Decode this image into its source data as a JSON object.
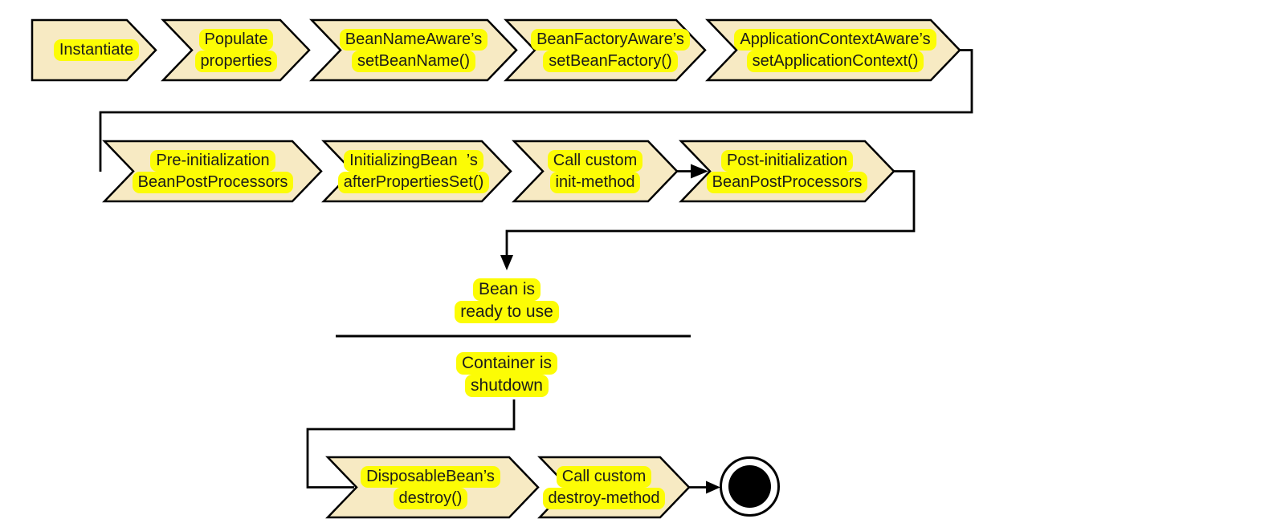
{
  "diagram": {
    "row1": [
      {
        "l1": "Instantiate",
        "l2": ""
      },
      {
        "l1": "Populate",
        "l2": "properties"
      },
      {
        "l1": "BeanNameAware’s",
        "l2": "setBeanName()"
      },
      {
        "l1": "BeanFactoryAware’s",
        "l2": "setBeanFactory()"
      },
      {
        "l1": "ApplicationContextAware’s",
        "l2": "setApplicationContext()"
      }
    ],
    "row2": [
      {
        "l1": "Pre-initialization",
        "l2": "BeanPostProcessors"
      },
      {
        "l1": "InitializingBean  ’s",
        "l2": "afterPropertiesSet()"
      },
      {
        "l1": "Call custom",
        "l2": "init-method"
      },
      {
        "l1": "Post-initialization",
        "l2": "BeanPostProcessors"
      }
    ],
    "row3": [
      {
        "l1": "DisposableBean’s",
        "l2": "destroy()"
      },
      {
        "l1": "Call custom",
        "l2": "destroy-method"
      }
    ],
    "notes": {
      "ready": {
        "l1": "Bean is",
        "l2": "ready to use"
      },
      "shutdown": {
        "l1": "Container is",
        "l2": "shutdown"
      }
    },
    "icons": {
      "final_state": "filled-circle-in-ring",
      "arrowheads": "solid-black-triangle"
    },
    "colors": {
      "background": "#ffffff",
      "box_fill": "#f7eac3",
      "box_border": "#000000",
      "highlight": "#fcfc05",
      "text": "#1c1c1c",
      "line": "#000000"
    }
  }
}
